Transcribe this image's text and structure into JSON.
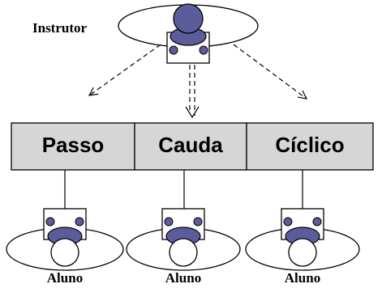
{
  "instructor": {
    "label": "Instrutor"
  },
  "controls": [
    {
      "label": "Passo"
    },
    {
      "label": "Cauda"
    },
    {
      "label": "Cíclico"
    }
  ],
  "students": [
    {
      "label": "Aluno"
    },
    {
      "label": "Aluno"
    },
    {
      "label": "Aluno"
    }
  ],
  "colors": {
    "head": "#5c5c9c",
    "dot": "#5c5c9c",
    "control_fill": "#d6d6d6",
    "stroke": "#000000"
  }
}
